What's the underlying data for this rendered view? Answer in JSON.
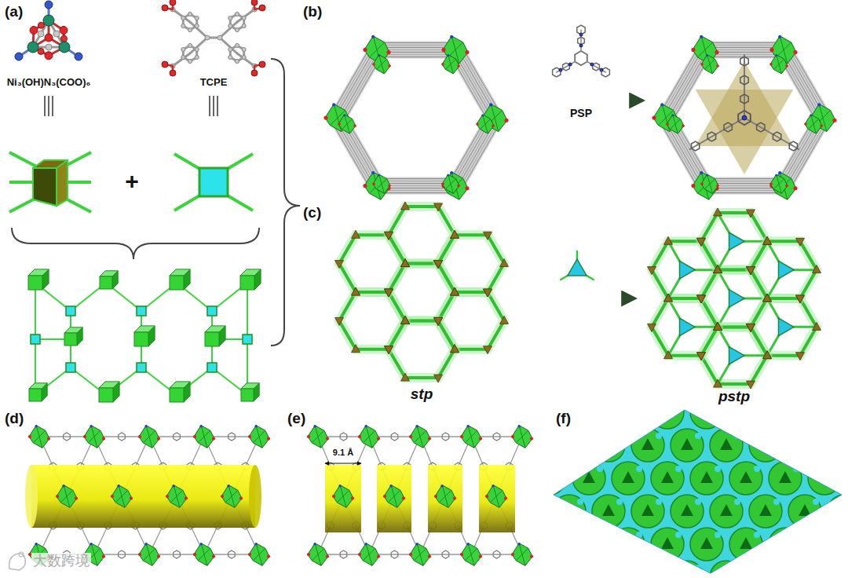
{
  "diagram": {
    "labels": [
      "(a)",
      "Ni₃(OH)N₃(COO)₆",
      "TCPE",
      "+",
      "(b)",
      "PSP",
      "(c)",
      "stp",
      "pstp",
      "(d)",
      "(e)",
      "9.1 Å",
      "(f)",
      "大数跨境"
    ]
  }
}
